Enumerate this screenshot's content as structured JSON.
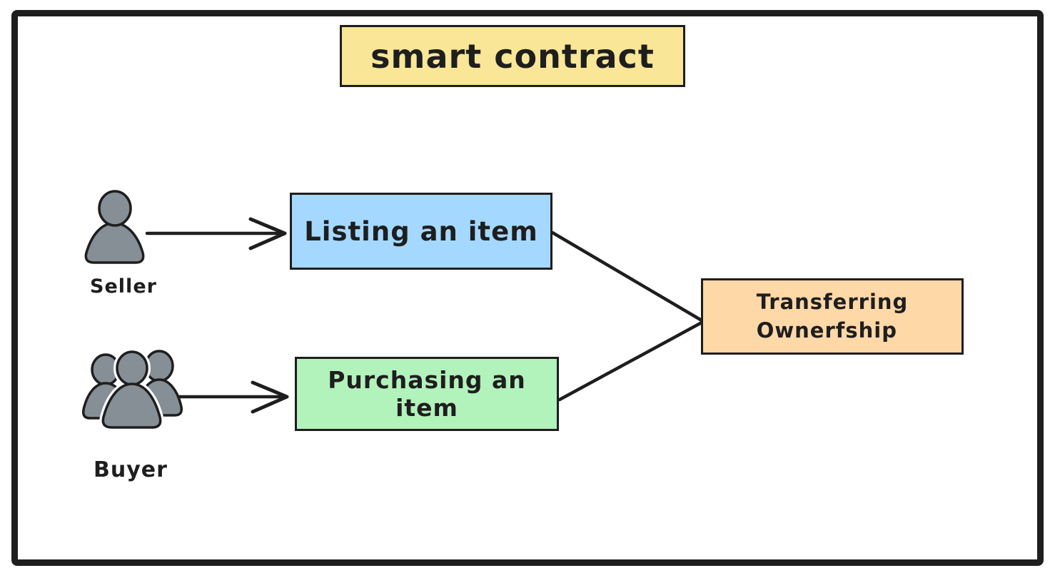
{
  "diagram": {
    "title": {
      "label": "smart contract"
    },
    "nodes": {
      "listing": {
        "label": "Listing an item",
        "fill": "#a5d8ff"
      },
      "purchasing": {
        "label": "Purchasing an item",
        "fill": "#b2f2bb"
      },
      "transferring": {
        "label": "Transferring\nOwnerfship",
        "fill": "#ffd8a8"
      }
    },
    "actors": {
      "seller": {
        "label": "Seller",
        "icon": "person-icon"
      },
      "buyer": {
        "label": "Buyer",
        "icon": "people-group-icon"
      }
    },
    "edges": [
      {
        "from": "seller",
        "to": "listing",
        "style": "arrow"
      },
      {
        "from": "buyer",
        "to": "purchasing",
        "style": "arrow"
      },
      {
        "from": "listing",
        "to": "transferring",
        "style": "line"
      },
      {
        "from": "purchasing",
        "to": "transferring",
        "style": "line"
      }
    ],
    "colors": {
      "stroke": "#1e1e1e",
      "title_fill": "#f9e696",
      "listing_fill": "#a5d8ff",
      "purchasing_fill": "#b2f2bb",
      "transferring_fill": "#ffd8a8",
      "actor_fill": "#868e96",
      "canvas": "#ffffff"
    }
  }
}
